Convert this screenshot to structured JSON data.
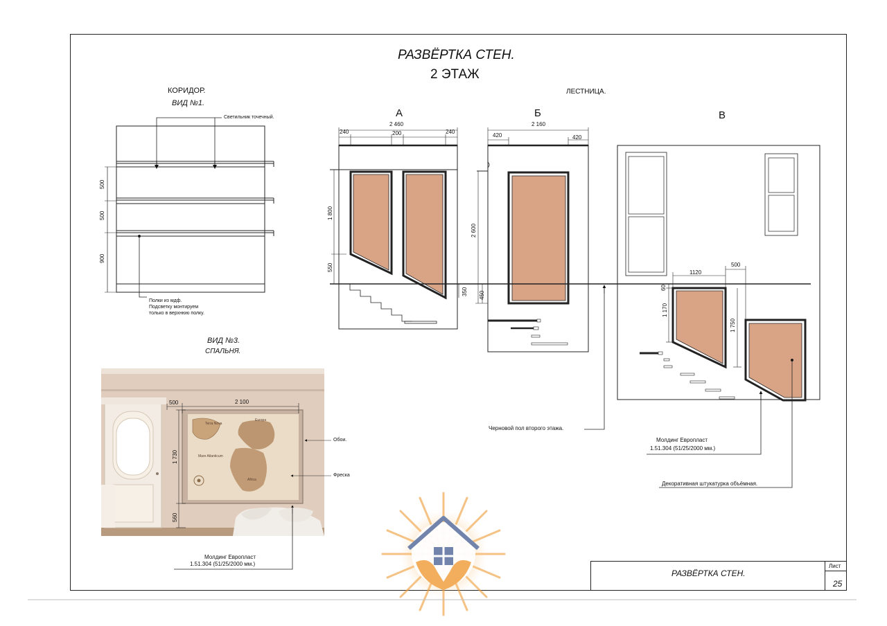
{
  "sheet": {
    "title": "РАЗВЁРТКА СТЕН.",
    "subtitle": "2 ЭТАЖ"
  },
  "corridor": {
    "title": "КОРИДОР.",
    "view": "ВИД №1.",
    "lamp_label": "Светильник точечный.",
    "shelves_note_1": "Полки из мдф.",
    "shelves_note_2": "Подсветку монтируем",
    "shelves_note_3": "только в верхнюю полку.",
    "dims": [
      "500",
      "500",
      "900"
    ]
  },
  "bedroom": {
    "view": "ВИД №3.",
    "title": "СПАЛЬНЯ.",
    "dim_width": "2 100",
    "dim_offset": "500",
    "dim_height": "1 730",
    "dim_bottom": "560",
    "wallpaper_label": "Обои.",
    "fresco_label": "Фреска",
    "molding_1": "Молдинг Европласт",
    "molding_2": "1.51.304 (51/25/2000 мм.)",
    "map_texts": [
      "Terra Nova",
      "Europa",
      "Mare Atlanticum",
      "Africa"
    ]
  },
  "stairs": {
    "title": "ЛЕСТНИЦА.",
    "view_a": "А",
    "view_b": "Б",
    "view_v": "В",
    "a_dims": {
      "total": "2 460",
      "left": "240",
      "mid": "200",
      "right": "240",
      "h1": "1 800",
      "h2": "550",
      "h3": "350"
    },
    "b_dims": {
      "total": "2 160",
      "left": "420",
      "right": "420",
      "h1": "2 600",
      "h2": "450"
    },
    "v_dims": {
      "w1": "1120",
      "w2": "500",
      "h0": "60",
      "h1": "1 170",
      "h2": "1 750"
    },
    "floor_label": "Черновой пол второго этажа.",
    "molding_1": "Молдинг Европласт",
    "molding_2": "1.51.304 (51/25/2000 мм.)",
    "plaster_label": "Декоративная штукатурка объёмная."
  },
  "stamp": {
    "title": "РАЗВЁРТКА СТЕН.",
    "sheet_label": "Лист",
    "sheet_number": "25"
  },
  "colors": {
    "panel_fill": "#d9a386",
    "logo_orange": "#f0a040",
    "logo_blue": "#5a6f9e"
  }
}
